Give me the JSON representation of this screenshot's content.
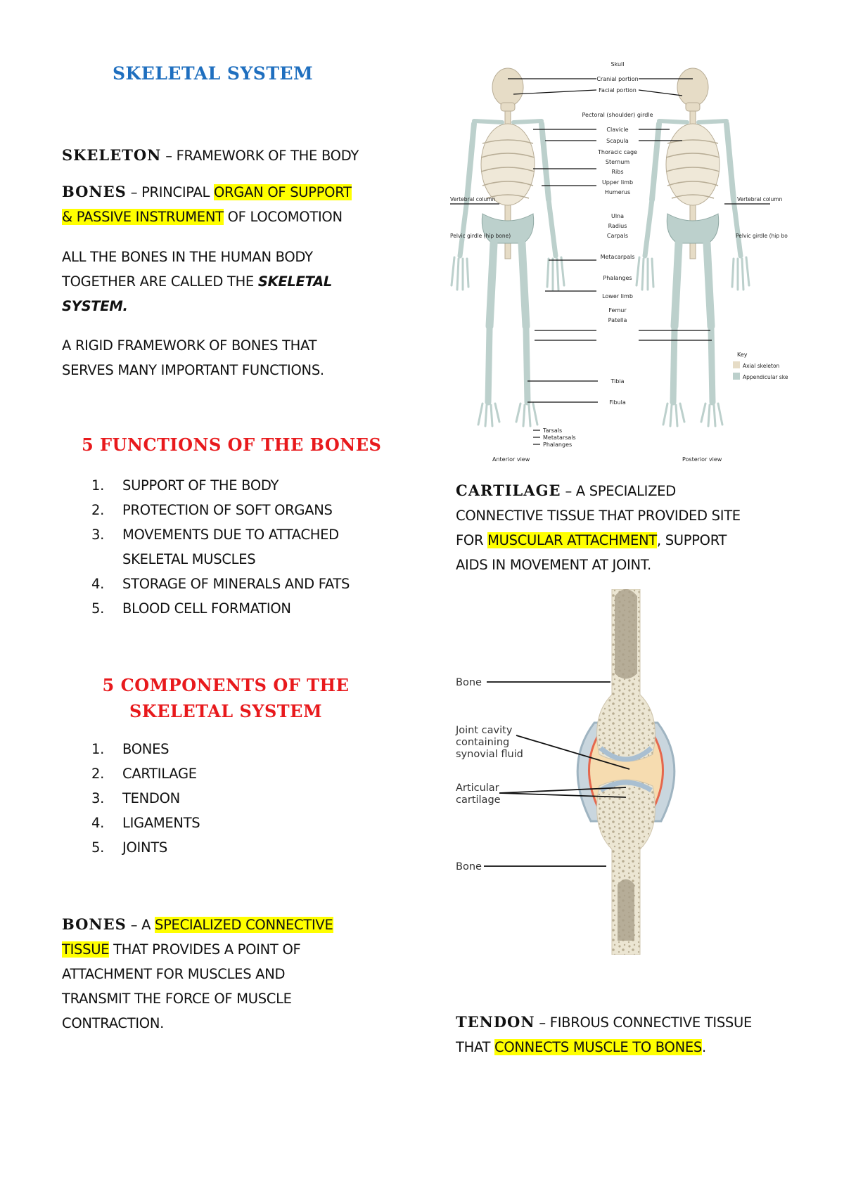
{
  "header": {
    "title": "SKELETAL SYSTEM"
  },
  "skeleton_def": {
    "term": "SKELETON",
    "dash": " – ",
    "text": "FRAMEWORK OF THE BODY"
  },
  "bones_def": {
    "term": "BONES",
    "dash": " – ",
    "pre": "PRINCIPAL ",
    "hl1": "ORGAN OF SUPPORT",
    "hl2": "& PASSIVE INSTRUMENT",
    "post": " OF LOCOMOTION"
  },
  "system_para": {
    "line1": "ALL THE BONES IN THE HUMAN BODY",
    "line2": "TOGETHER ARE CALLED THE ",
    "emph1": "SKELETAL",
    "emph2": "SYSTEM",
    "period": "."
  },
  "framework_para": {
    "line1": "A RIGID FRAMEWORK OF BONES THAT",
    "line2": "SERVES MANY IMPORTANT FUNCTIONS."
  },
  "functions": {
    "heading": "5 FUNCTIONS OF THE BONES",
    "items": [
      {
        "n": "1.",
        "line1": "SUPPORT OF THE BODY",
        "line2": ""
      },
      {
        "n": "2.",
        "line1": "PROTECTION OF SOFT ORGANS",
        "line2": ""
      },
      {
        "n": "3.",
        "line1": "MOVEMENTS DUE TO ATTACHED",
        "line2": "SKELETAL MUSCLES"
      },
      {
        "n": "4.",
        "line1": "STORAGE OF MINERALS AND FATS",
        "line2": ""
      },
      {
        "n": "5.",
        "line1": "BLOOD CELL FORMATION",
        "line2": ""
      }
    ]
  },
  "components": {
    "heading1": "5 COMPONENTS OF THE",
    "heading2": "SKELETAL SYSTEM",
    "items": [
      {
        "n": "1.",
        "label": "BONES"
      },
      {
        "n": "2.",
        "label": "CARTILAGE"
      },
      {
        "n": "3.",
        "label": "TENDON"
      },
      {
        "n": "4.",
        "label": "LIGAMENTS"
      },
      {
        "n": "5.",
        "label": "JOINTS"
      }
    ]
  },
  "bones_detail": {
    "term": "BONES",
    "dash": " – ",
    "pre": "A ",
    "hl1": "SPECIALIZED CONNECTIVE",
    "hl2": "TISSUE",
    "line2rest": " THAT PROVIDES A POINT OF",
    "line3": "ATTACHMENT FOR MUSCLES AND",
    "line4": "TRANSMIT THE FORCE OF MUSCLE",
    "line5": "CONTRACTION."
  },
  "cartilage_def": {
    "term": "CARTILAGE",
    "dash": " – ",
    "line1rest": "A SPECIALIZED",
    "line2": "CONNECTIVE TISSUE THAT PROVIDED SITE",
    "pre3": "FOR ",
    "hl": "MUSCULAR ATTACHMENT",
    "post3": ", SUPPORT",
    "line4": "AIDS IN MOVEMENT AT JOINT."
  },
  "tendon_def": {
    "term": "TENDON",
    "dash": " – ",
    "line1rest": "FIBROUS CONNECTIVE TISSUE",
    "pre2": "THAT ",
    "hl": "CONNECTS MUSCLE TO BONES",
    "post2": "."
  },
  "skeleton_figure": {
    "labels_center": [
      "Skull",
      "Cranial portion",
      "Facial portion",
      "Pectoral (shoulder) girdle",
      "Clavicle",
      "Scapula",
      "Thoracic cage",
      "Sternum",
      "Ribs",
      "Upper limb",
      "Humerus",
      "Ulna",
      "Radius",
      "Carpals",
      "Metacarpals",
      "Phalanges",
      "Lower limb",
      "Femur",
      "Patella",
      "Tibia",
      "Fibula",
      "Tarsals",
      "Metatarsals",
      "Phalanges"
    ],
    "label_vertebral_left": "Vertebral column",
    "label_pelvic_left": "Pelvic girdle (hip bone)",
    "label_vertebral_right": "Vertebral column",
    "label_pelvic_right": "Pelvic girdle (hip bone)",
    "view_anterior": "Anterior view",
    "view_posterior": "Posterior view",
    "key_title": "Key",
    "key_axial": "Axial skeleton",
    "key_appendicular": "Appendicular skeleton",
    "colors": {
      "axial": "#e6dcc6",
      "appendicular": "#bcd0cc"
    }
  },
  "joint_figure": {
    "label_bone_top": "Bone",
    "label_cavity1": "Joint cavity",
    "label_cavity2": "containing",
    "label_cavity3": "synovial fluid",
    "label_cart1": "Articular",
    "label_cart2": "cartilage",
    "label_bone_bottom": "Bone"
  },
  "colors": {
    "title_blue": "#1f6fbf",
    "heading_red": "#e8191c",
    "highlight": "#ffff00"
  }
}
